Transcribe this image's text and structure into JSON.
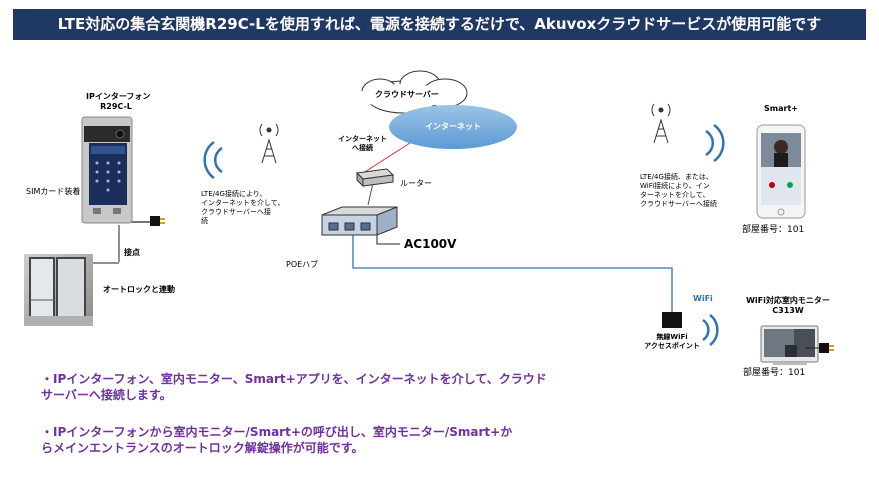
{
  "banner": {
    "title": "LTE対応の集合玄関機R29C-Lを使用すれば、電源を接続するだけで、Akuvoxクラウドサービスが使用可能です"
  },
  "door_phone": {
    "title_line1": "IPインターフォン",
    "title_line2": "R29C-L",
    "sim_label": "SIMカード装着"
  },
  "contact_label": "接点",
  "autolock_label": "オートロックと連動",
  "lte_left_text": [
    "LTE/4G接続により、",
    "インターネットを介して、",
    "クラウドサーバーへ接",
    "続"
  ],
  "cloud": {
    "server_label": "クラウドサーバー",
    "internet_label": "インターネット"
  },
  "internet_connect_label": [
    "インターネット",
    "へ接続"
  ],
  "router_label": "ルーター",
  "poe_hub_label": "POEハブ",
  "ac_label": "AC100V",
  "smartphone": {
    "title": "Smart+",
    "room": "部屋番号：101"
  },
  "lte_right_text": [
    "LTE/4G接続、または、",
    "WiFi接続により、イン",
    "ターネットを介して、",
    "クラウドサーバーへ接続"
  ],
  "wifi_label": "WiFi",
  "access_point_label": [
    "無線WiFi",
    "アクセスポイント"
  ],
  "monitor": {
    "title_line1": "WiFi対応室内モニター",
    "title_line2": "C313W",
    "room": "部屋番号：101"
  },
  "bullets": {
    "b1_line1": "・IPインターフォン、室内モニター、Smart+アプリを、インターネットを介して、クラウド",
    "b1_line2": "サーバーへ接続します。",
    "b2_line1": "・IPインターフォンから室内モニター/Smart+の呼び出し、室内モニター/Smart+か",
    "b2_line2": "らメインエントランスのオートロック解錠操作が可能です。"
  },
  "colors": {
    "banner_bg": "#1f3864",
    "bullet_text": "#7030a0",
    "wifi_blue": "#2e75b6",
    "internet_cloud": "#5b9bd5",
    "link_line": "#2e75b6",
    "router_link": "#e03030"
  }
}
